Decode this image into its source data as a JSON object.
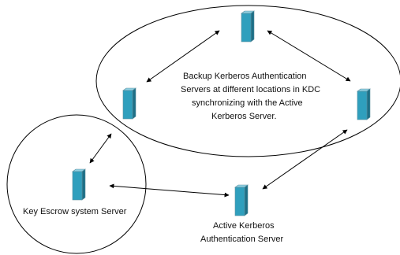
{
  "diagram": {
    "backup_cluster_label": [
      "Backup Kerberos Authentication",
      "Servers at different locations in KDC",
      "synchronizing with the Active",
      "Kerberos Server."
    ],
    "key_escrow_label": "Key Escrow system Server",
    "active_server_label": [
      "Active Kerberos",
      "Authentication Server"
    ],
    "server_colors": {
      "front": "#2f9fbd",
      "top": "#8fd0e2",
      "side": "#1d6f86",
      "outline": "#5a8fa0"
    }
  }
}
